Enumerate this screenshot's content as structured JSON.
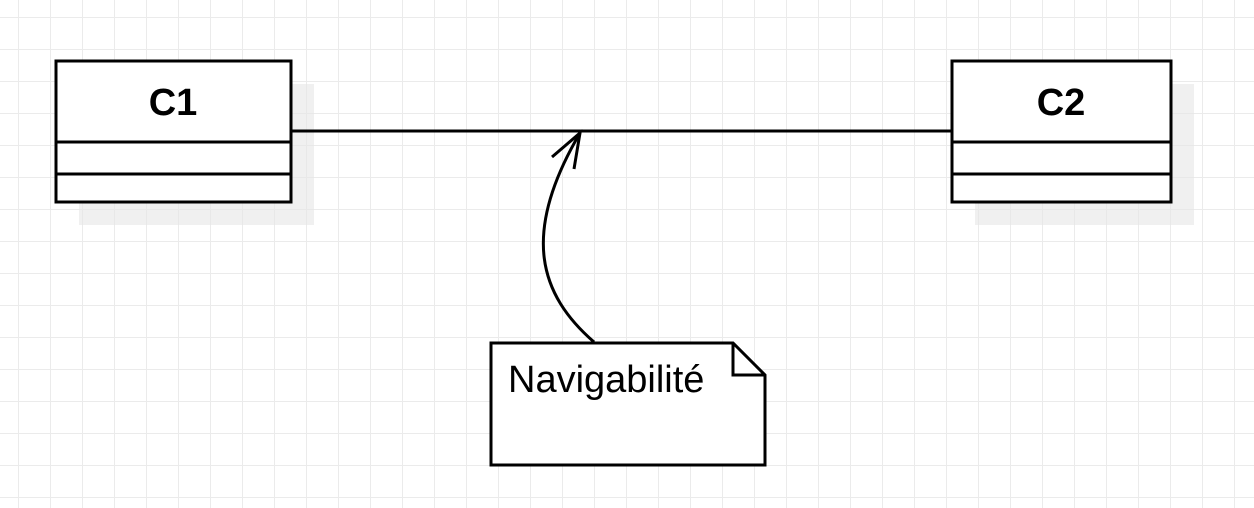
{
  "diagram": {
    "classes": [
      {
        "id": "c1",
        "name": "C1"
      },
      {
        "id": "c2",
        "name": "C2"
      }
    ],
    "association": {
      "from": "C1",
      "to": "C2"
    },
    "note": {
      "text": "Navigabilité"
    },
    "colors": {
      "stroke": "#000000",
      "shadow": "#e6e6e6",
      "grid": "#ebebeb",
      "background": "#ffffff"
    }
  }
}
